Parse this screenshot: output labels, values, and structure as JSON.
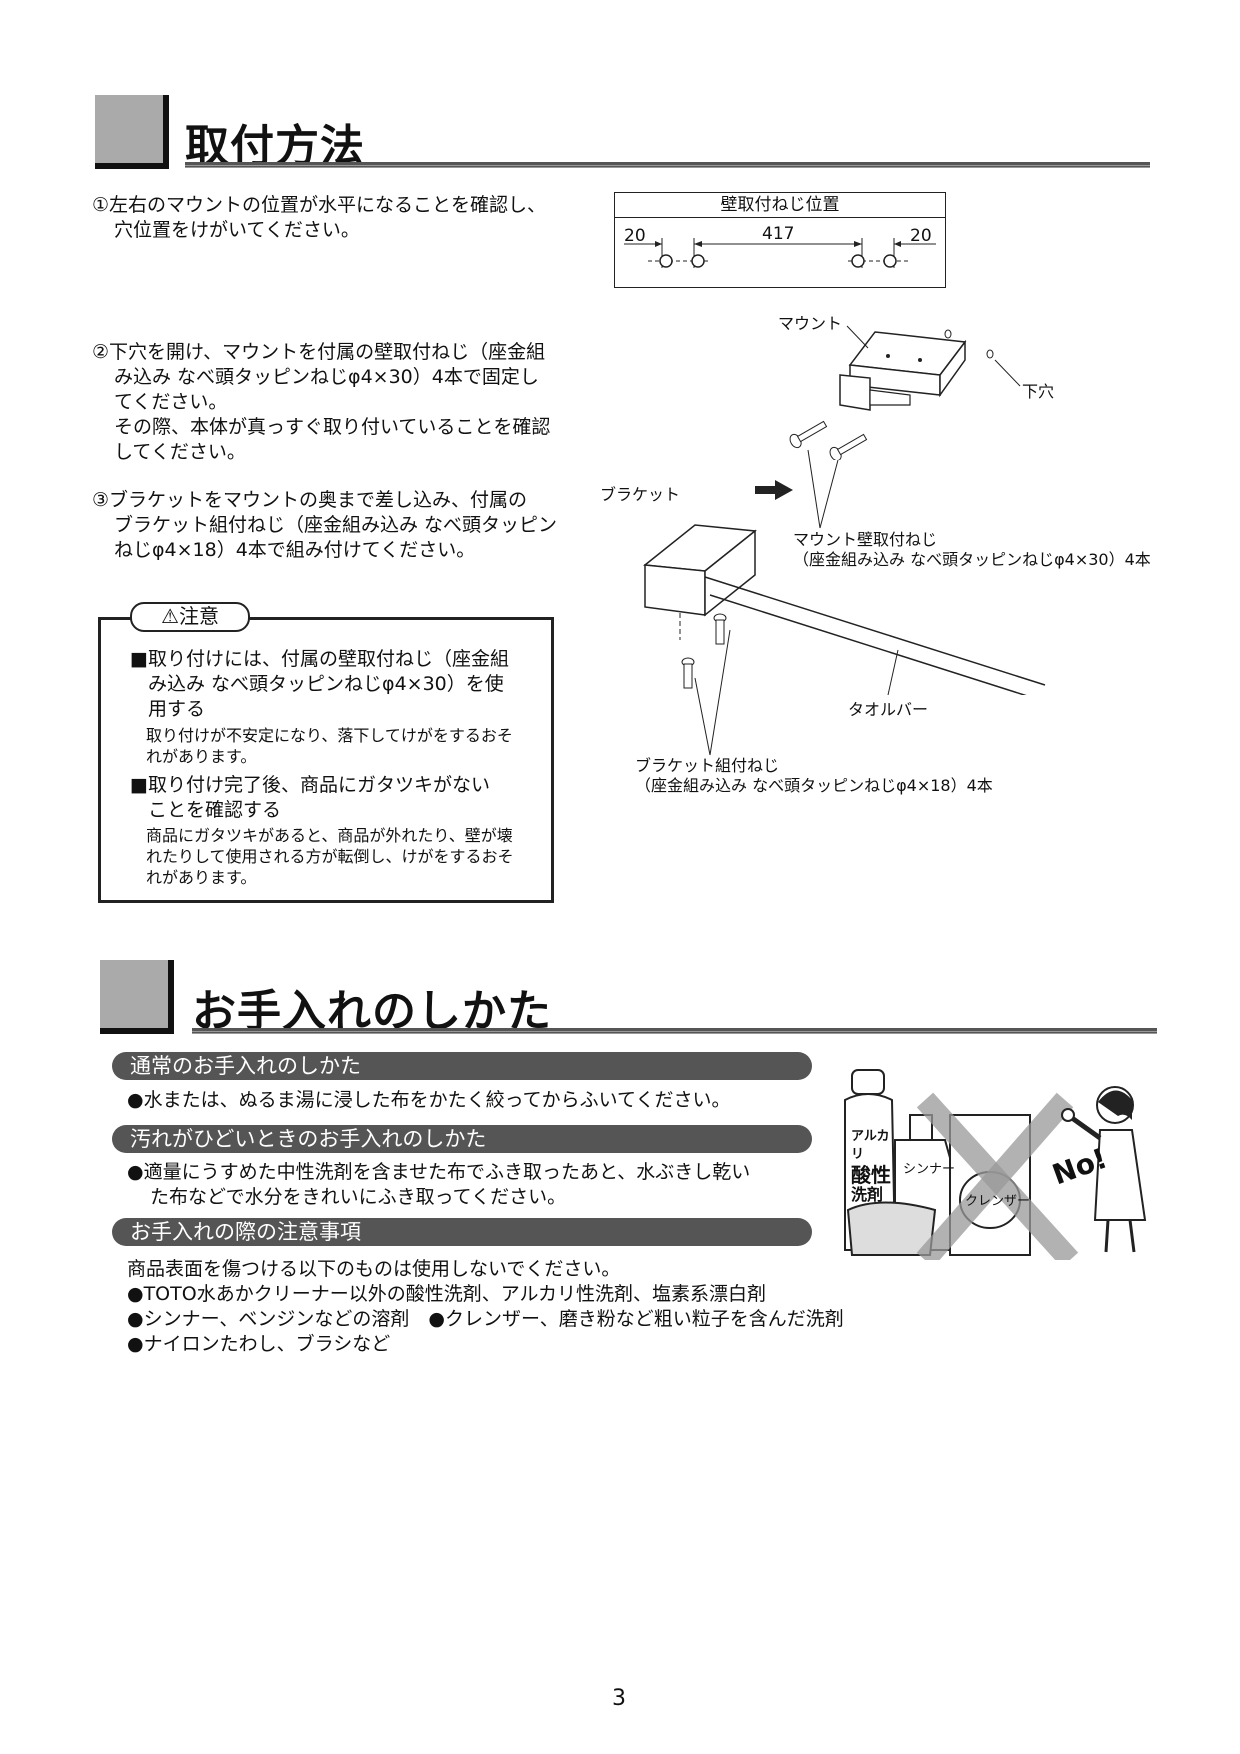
{
  "install": {
    "title": "取付方法",
    "step1": [
      "①左右のマウントの位置が水平になることを確認し、",
      "穴位置をけがいてください。"
    ],
    "step2": [
      "②下穴を開け、マウントを付属の壁取付ねじ（座金組",
      "み込み なべ頭タッピンねじφ4×30）4本で固定し",
      "てください。",
      "その際、本体が真っすぐ取り付いていることを確認",
      "してください。"
    ],
    "step3": [
      "③ブラケットをマウントの奥まで差し込み、付属の",
      "ブラケット組付ねじ（座金組み込み なべ頭タッピン",
      "ねじφ4×18）4本で組み付けてください。"
    ],
    "screw_position": {
      "title": "壁取付ねじ位置",
      "left": "20",
      "middle": "417",
      "right": "20"
    },
    "labels": {
      "mount": "マウント",
      "pilot_hole": "下穴",
      "bracket": "ブラケット",
      "mount_screw": "マウント壁取付ねじ",
      "mount_screw_spec": "（座金組み込み なべ頭タッピンねじφ4×30）4本",
      "towel_bar": "タオルバー",
      "bracket_screw": "ブラケット組付ねじ",
      "bracket_screw_spec": "（座金組み込み なべ頭タッピンねじφ4×18）4本"
    },
    "caution": {
      "title": "注意",
      "item1": [
        "■取り付けには、付属の壁取付ねじ（座金組",
        "み込み なべ頭タッピンねじφ4×30）を使",
        "用する"
      ],
      "item1_note": [
        "取り付けが不安定になり、落下してけがをするおそ",
        "れがあります。"
      ],
      "item2": [
        "■取り付け完了後、商品にガタツキがない",
        "ことを確認する"
      ],
      "item2_note": [
        "商品にガタツキがあると、商品が外れたり、壁が壊",
        "れたりして使用される方が転倒し、けがをするおそ",
        "れがあります。"
      ]
    }
  },
  "care": {
    "title": "お手入れのしかた",
    "normal": {
      "heading": "通常のお手入れのしかた",
      "text": "●水または、ぬるま湯に浸した布をかたく絞ってからふいてください。"
    },
    "dirty": {
      "heading": "汚れがひどいときのお手入れのしかた",
      "lines": [
        "●適量にうすめた中性洗剤を含ませた布でふき取ったあと、水ぶきし乾い",
        "た布などで水分をきれいにふき取ってください。"
      ]
    },
    "notes": {
      "heading": "お手入れの際の注意事項",
      "intro": "商品表面を傷つける以下のものは使用しないでください。",
      "items": [
        "●TOTO水あかクリーナー以外の酸性洗剤、アルカリ性洗剤、塩素系漂白剤",
        "●シンナー、ベンジンなどの溶剤　●クレンザー、磨き粉など粗い粒子を含んだ洗剤",
        "●ナイロンたわし、ブラシなど"
      ]
    },
    "illustration": {
      "alkali": "アルカリ",
      "acid": "酸性",
      "detergent": "洗剤",
      "thinner": "シンナー",
      "cleanser": "クレンザー",
      "no": "No!"
    }
  },
  "page_number": "3"
}
